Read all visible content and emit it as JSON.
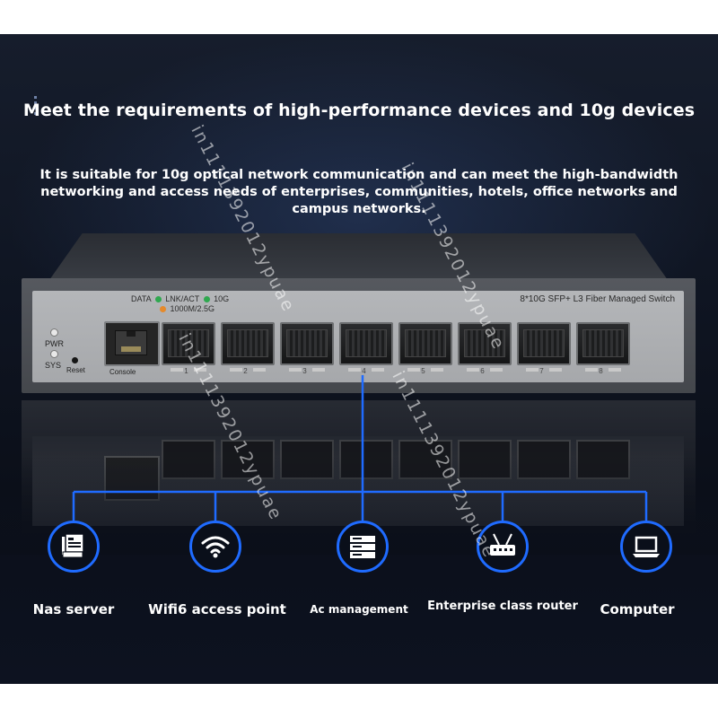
{
  "headline": "Meet the requirements of high-performance devices and 10g devices",
  "subtext_lines": [
    "It is suitable for 10g optical network communication and can meet the high-bandwidth",
    "networking and access needs of enterprises, communities, hotels, office networks and",
    "campus networks."
  ],
  "switch": {
    "led_legend": {
      "data": "DATA",
      "lnk_act": "LNK/ACT",
      "ten_g": "10G",
      "speed": "1000M/2.5G"
    },
    "model": "8*10G SFP+ L3 Fiber Managed Switch",
    "pwr": "PWR",
    "sys": "SYS",
    "reset": "Reset",
    "console": "Console",
    "ports": [
      "1",
      "2",
      "3",
      "4",
      "5",
      "6",
      "7",
      "8"
    ]
  },
  "devices": [
    {
      "label": "Nas server",
      "icon": "nas-server-icon"
    },
    {
      "label": "Wifi6 access point",
      "icon": "wifi-icon"
    },
    {
      "label": "Ac management",
      "icon": "ac-management-icon"
    },
    {
      "label": "Enterprise class router",
      "icon": "router-icon"
    },
    {
      "label": "Computer",
      "icon": "laptop-icon"
    }
  ],
  "watermark": "in1111392012ypuae",
  "colors": {
    "accent_blue": "#1f6bff",
    "led_green": "#2fa84f",
    "led_orange": "#e58a2b",
    "background": "#0f1522"
  }
}
